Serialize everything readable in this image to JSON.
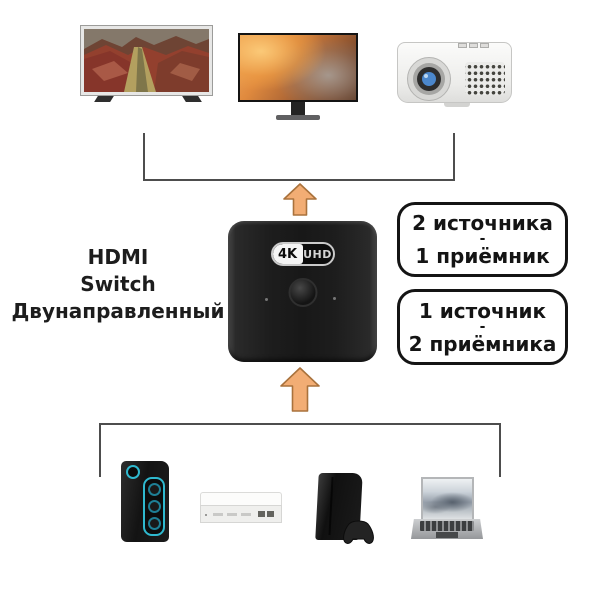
{
  "left_label": {
    "line1": "HDMI",
    "line2": "Switch",
    "line3": "Двунаправленный"
  },
  "switch_device": {
    "badge_left": "4K",
    "badge_right": "UHD"
  },
  "info_boxes": [
    {
      "line1": "2 источника",
      "line2": "-",
      "line3": "1 приёмник"
    },
    {
      "line1": "1 источник",
      "line2": "-",
      "line3": "2 приёмника"
    }
  ],
  "colors": {
    "arrow_fill": "#f2ad74",
    "arrow_stroke": "#a9723c",
    "bracket_line": "#4d4d4d",
    "box_border": "#141414",
    "pc_accent_cyan": "#2fb9cf",
    "lens_blue": "#4b87cc",
    "switch_body": "#1a1a1a"
  },
  "devices": {
    "top": [
      "tv",
      "monitor",
      "projector"
    ],
    "bottom": [
      "pc-tower",
      "media-box",
      "game-console",
      "laptop"
    ]
  }
}
